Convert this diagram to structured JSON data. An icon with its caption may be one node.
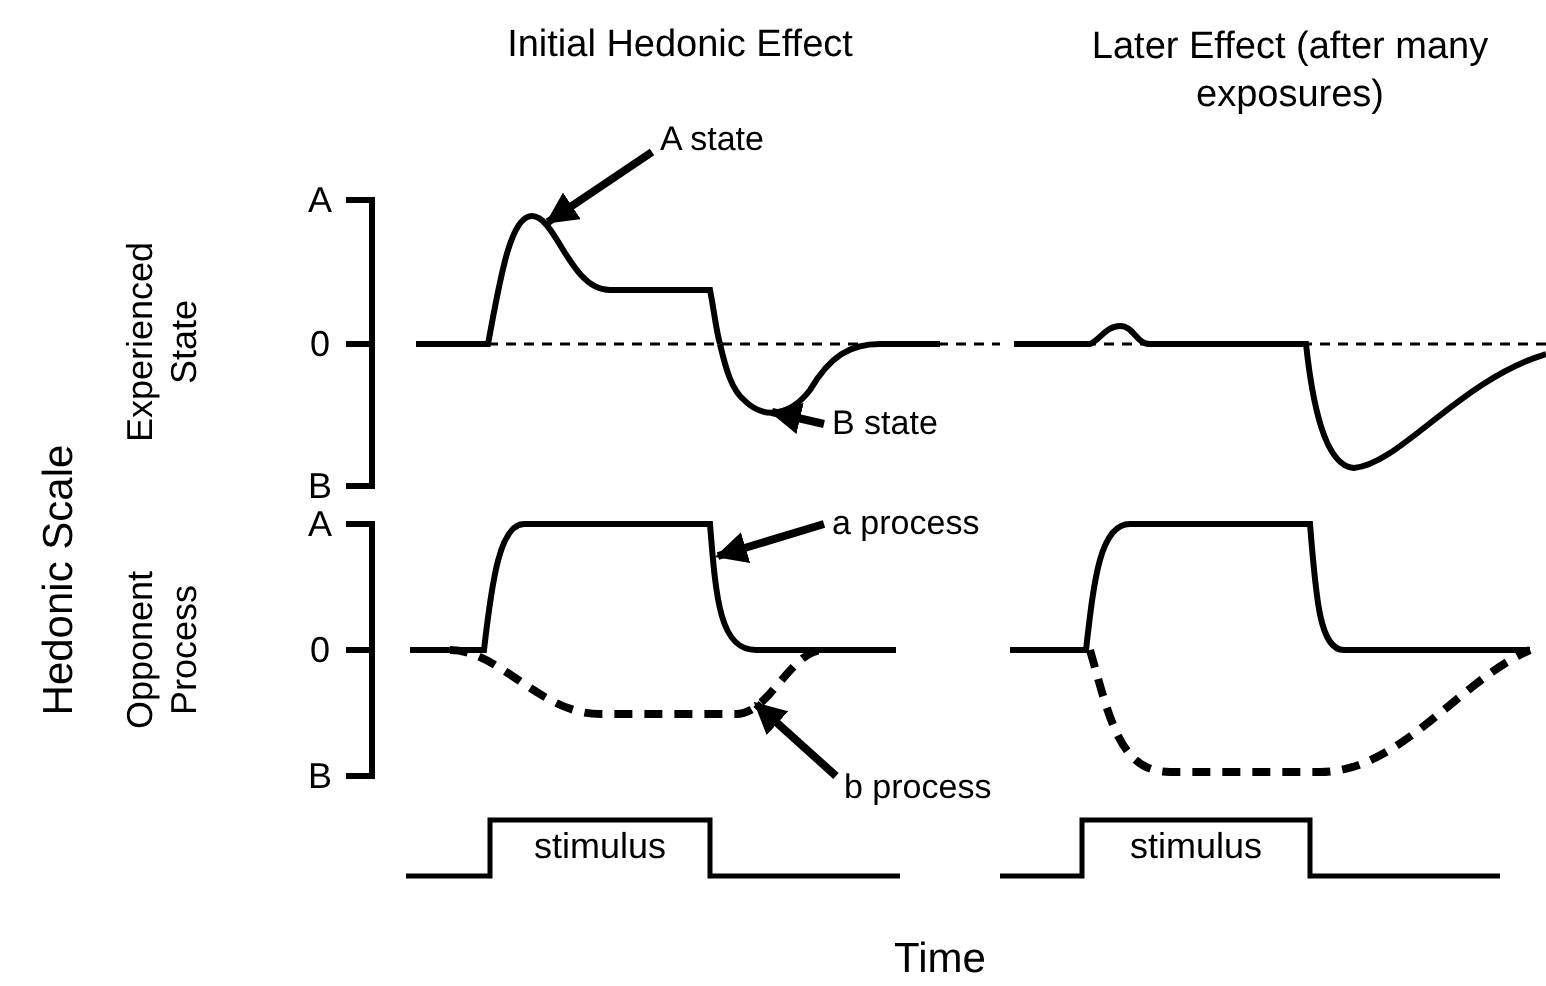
{
  "diagram": {
    "nodes": [
      {
        "text": [
          "A state"
        ]
      },
      {
        "text": [
          "B state"
        ]
      },
      {
        "text": [
          "a process"
        ]
      },
      {
        "text": [
          "b process"
        ]
      },
      {
        "text": [],
        "shape": "curve"
      },
      {
        "text": [],
        "shape": "curve"
      },
      {
        "text": [],
        "shape": "curve"
      },
      {
        "text": [],
        "shape": "curve"
      }
    ],
    "edges": [
      {
        "from": 0,
        "to": 4,
        "arrow": "to"
      },
      {
        "from": 1,
        "to": 5,
        "arrow": "to"
      },
      {
        "from": 2,
        "to": 6,
        "arrow": "to"
      },
      {
        "from": 3,
        "to": 7,
        "arrow": "to"
      }
    ],
    "labels": [
      "Initial Hedonic Effect",
      "Later Effect (after many exposures)",
      "A",
      "Experienced State",
      "0",
      "Hedonic Scale",
      "B",
      "A",
      "Opponent Process",
      "0",
      "B",
      "stimulus",
      "stimulus",
      "Time"
    ]
  }
}
